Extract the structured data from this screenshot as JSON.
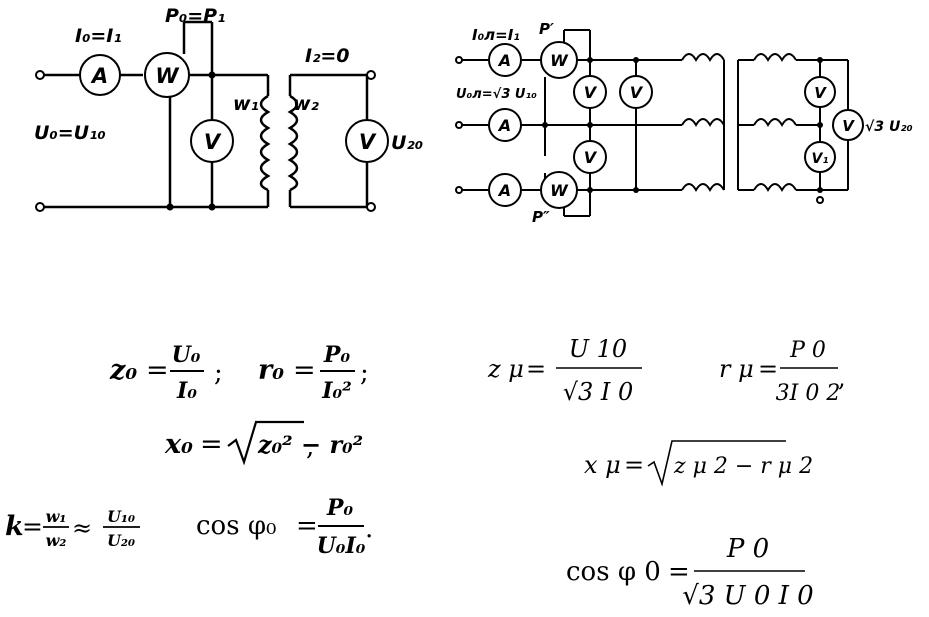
{
  "single_phase": {
    "labels": {
      "current": "I₀=I₁",
      "power": "P₀=P₁",
      "current2": "I₂=0",
      "voltage_in": "U₀=U₁₀",
      "voltage_out": "U₂₀",
      "winding1": "w₁",
      "winding2": "w₂"
    },
    "meters": {
      "ammeter": "A",
      "wattmeter": "W",
      "voltmeter": "V"
    }
  },
  "three_phase": {
    "labels": {
      "current": "I₀л=I₁",
      "voltage_in": "U₀л=√3 U₁₀",
      "power1": "P′",
      "power2": "P″",
      "voltage_out": "√3 U₂₀"
    },
    "meters": {
      "ammeter": "A",
      "wattmeter": "W",
      "voltmeter": "V",
      "voltmeter_special": "V₁"
    }
  },
  "formulas_left": {
    "z0": {
      "lhs": "z₀",
      "num": "U₀",
      "den": "I₀",
      "sep": ";"
    },
    "r0": {
      "lhs": "r₀",
      "num": "P₀",
      "den": "I₀²",
      "sep": ";"
    },
    "x0": {
      "lhs": "x₀",
      "rad": "z₀² − r₀²",
      "tail": ","
    },
    "k": {
      "lhs": "k",
      "n1": "w₁",
      "d1": "w₂",
      "approx": "≈",
      "n2": "U₁₀",
      "d2": "U₂₀"
    },
    "cos": {
      "lhs": "cos φ₀",
      "num": "P₀",
      "den": "U₀I₀",
      "tail": "."
    }
  },
  "formulas_right": {
    "z": {
      "lhs": "z μ",
      "num": "U 10",
      "den": "√3 I 0"
    },
    "r": {
      "lhs": "r μ",
      "num": "P 0",
      "den": "3I 0 2",
      "tail": ","
    },
    "x": {
      "lhs": "x μ",
      "rad": "z μ 2 − r μ 2"
    },
    "cos": {
      "lhs": "cos φ 0",
      "num": "P 0",
      "den": "√3 U 0 I 0"
    }
  }
}
